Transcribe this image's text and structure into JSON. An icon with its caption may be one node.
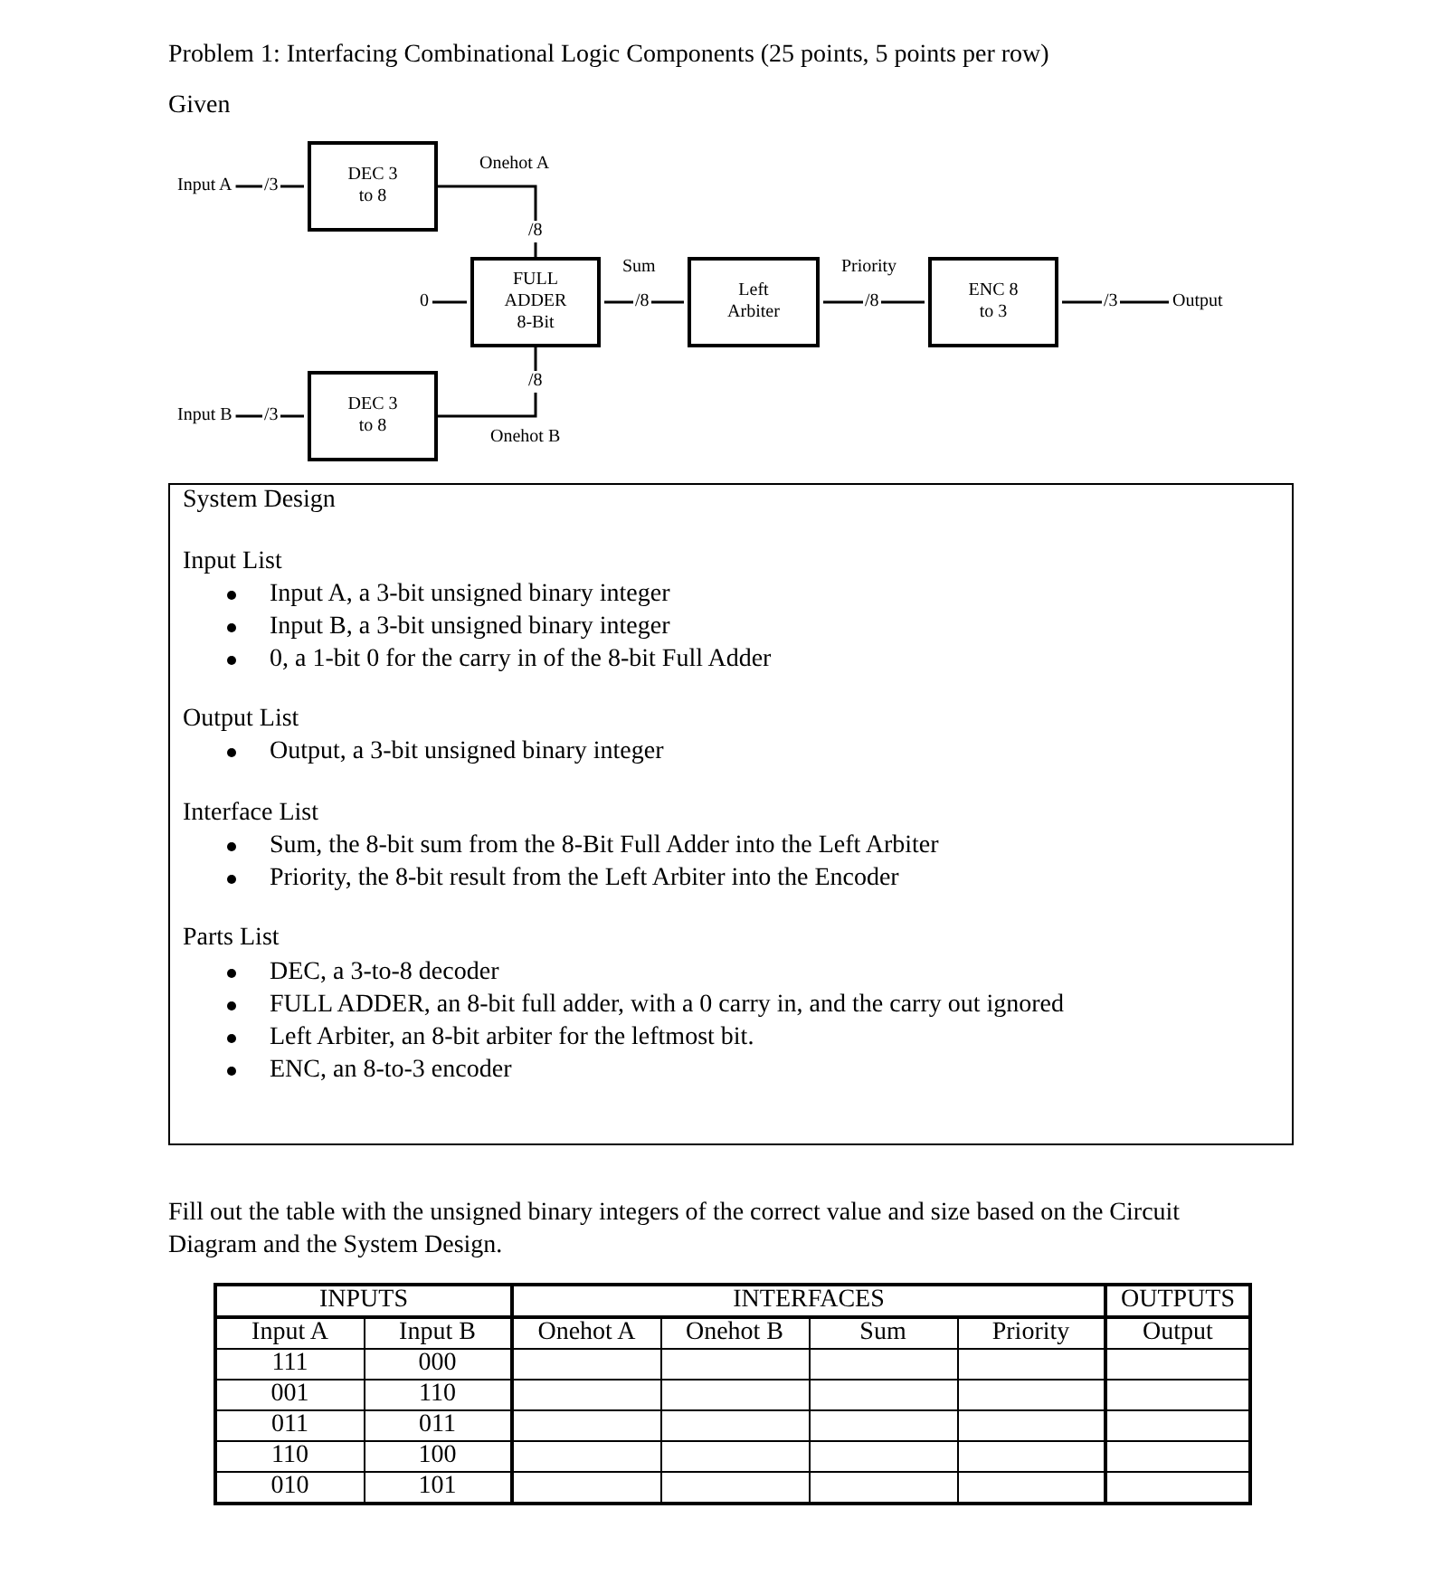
{
  "diagram": {
    "title": "Problem 1: Interfacing Combinational Logic Components (25 points, 5 points per row)",
    "nodes": [
      {
        "text": [
          "Input A"
        ]
      },
      {
        "text": [
          "DEC 3 to 8"
        ]
      },
      {
        "text": [
          "Input B"
        ]
      },
      {
        "text": [
          "DEC 3 to 8"
        ]
      },
      {
        "text": [
          "0"
        ]
      },
      {
        "text": [
          "FULL ADDER 8-Bit"
        ]
      },
      {
        "text": [
          "Left Arbiter"
        ]
      },
      {
        "text": [
          "ENC 8 to 3"
        ]
      },
      {
        "text": [
          "Output"
        ]
      },
      {
        "text": [
          "System Design",
          "Input List",
          "Input A, a 3-bit unsigned binary integer",
          "Input B, a 3-bit unsigned binary integer",
          "0, a 1-bit 0 for the carry in of the 8-bit Full Adder",
          "Output List",
          "Output, a 3-bit unsigned binary integer",
          "Interface List",
          "Sum, the 8-bit sum from the 8-Bit Full Adder into the Left Arbiter",
          "Priority, the 8-bit result from the Left Arbiter into the Encoder",
          "Parts List",
          "DEC, a 3-to-8 decoder",
          "FULL ADDER, an 8-bit full adder, with a 0 carry in, and the carry out ignored",
          "Left Arbiter, an 8-bit arbiter for the leftmost bit.",
          "ENC, an 8-to-3 encoder"
        ]
      }
    ],
    "edges": [
      {
        "from": 0,
        "to": 1,
        "arrow": "none"
      },
      {
        "from": 1,
        "to": 5,
        "arrow": "none",
        "label": "Onehot A"
      },
      {
        "from": 2,
        "to": 3,
        "arrow": "none"
      },
      {
        "from": 3,
        "to": 5,
        "arrow": "none",
        "label": "Onehot B"
      },
      {
        "from": 4,
        "to": 5,
        "arrow": "none"
      },
      {
        "from": 5,
        "to": 6,
        "arrow": "none",
        "label": "Sum"
      },
      {
        "from": 6,
        "to": 7,
        "arrow": "none",
        "label": "Priority"
      },
      {
        "from": 7,
        "to": 8,
        "arrow": "none"
      }
    ],
    "labels": [
      "Given",
      "/3",
      "/8",
      "/8",
      "/8",
      "/3",
      "/8",
      "/3",
      "Fill out the table with the unsigned binary integers of the correct value and size based on the Circuit Diagram and the System Design.",
      "INPUTS",
      "INTERFACES",
      "OUTPUTS",
      "Input A",
      "Input B",
      "Onehot A",
      "Onehot B",
      "Sum",
      "Priority",
      "Output",
      "111",
      "000",
      "001",
      "110",
      "011",
      "011",
      "110",
      "100",
      "010",
      "101"
    ]
  }
}
